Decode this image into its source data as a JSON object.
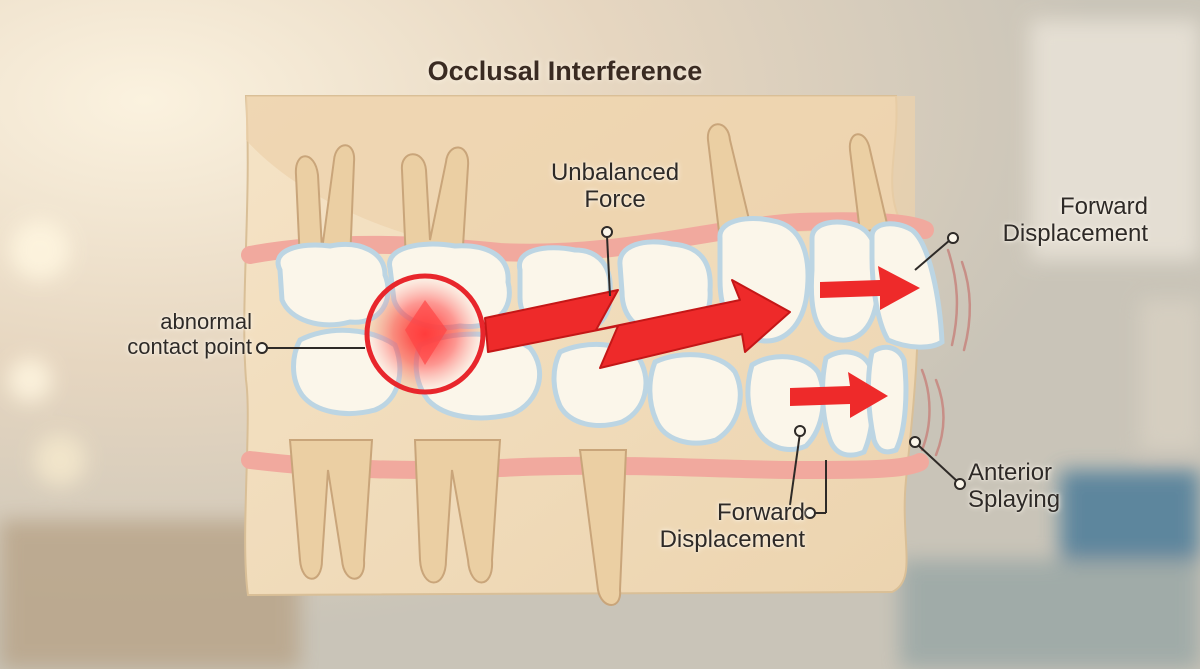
{
  "title": "Occlusal Interference",
  "labels": {
    "abnormal_contact": [
      "abnormal",
      "contact point"
    ],
    "unbalanced_force": [
      "Unbalanced",
      "Force"
    ],
    "forward_displacement_upper": [
      "Forward",
      "Displacement"
    ],
    "forward_displacement_lower": [
      "Forward",
      "Displacement"
    ],
    "anterior_splaying": [
      "Anterior",
      "Splaying"
    ]
  },
  "colors": {
    "arrow_red": "#ee2a2a",
    "contact_red": "#e8262c",
    "gum_pink": "#f2b8ad",
    "tooth_enamel": "#fbf6ea",
    "tooth_outline": "#c8dde8",
    "root_beige": "#eccfa4",
    "panel_parchment": "#f3dfc0",
    "ink": "#2e2a27"
  }
}
